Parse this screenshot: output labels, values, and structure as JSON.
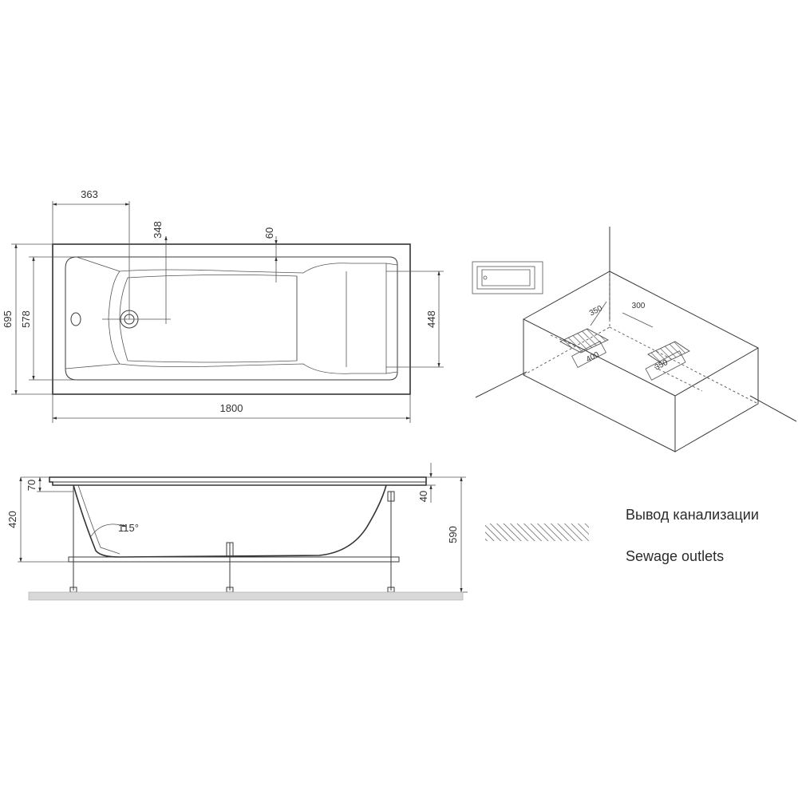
{
  "top_view": {
    "dim_length": "1800",
    "dim_width_outer": "695",
    "dim_width_inner": "578",
    "dim_width_right": "448",
    "dim_drain_x": "363",
    "dim_drain_y": "348",
    "dim_rim": "60"
  },
  "side_view": {
    "dim_rim_height": "70",
    "dim_depth": "420",
    "dim_total_height": "590",
    "dim_panel_gap": "40",
    "backrest_angle": "115°"
  },
  "iso_view": {
    "dim_outlet_1_a": "350",
    "dim_outlet_2_a": "300",
    "dim_outlet_1_b": "400",
    "dim_outlet_2_b": "350"
  },
  "legend": {
    "label_ru": "Вывод канализации",
    "label_en": "Sewage outlets"
  }
}
